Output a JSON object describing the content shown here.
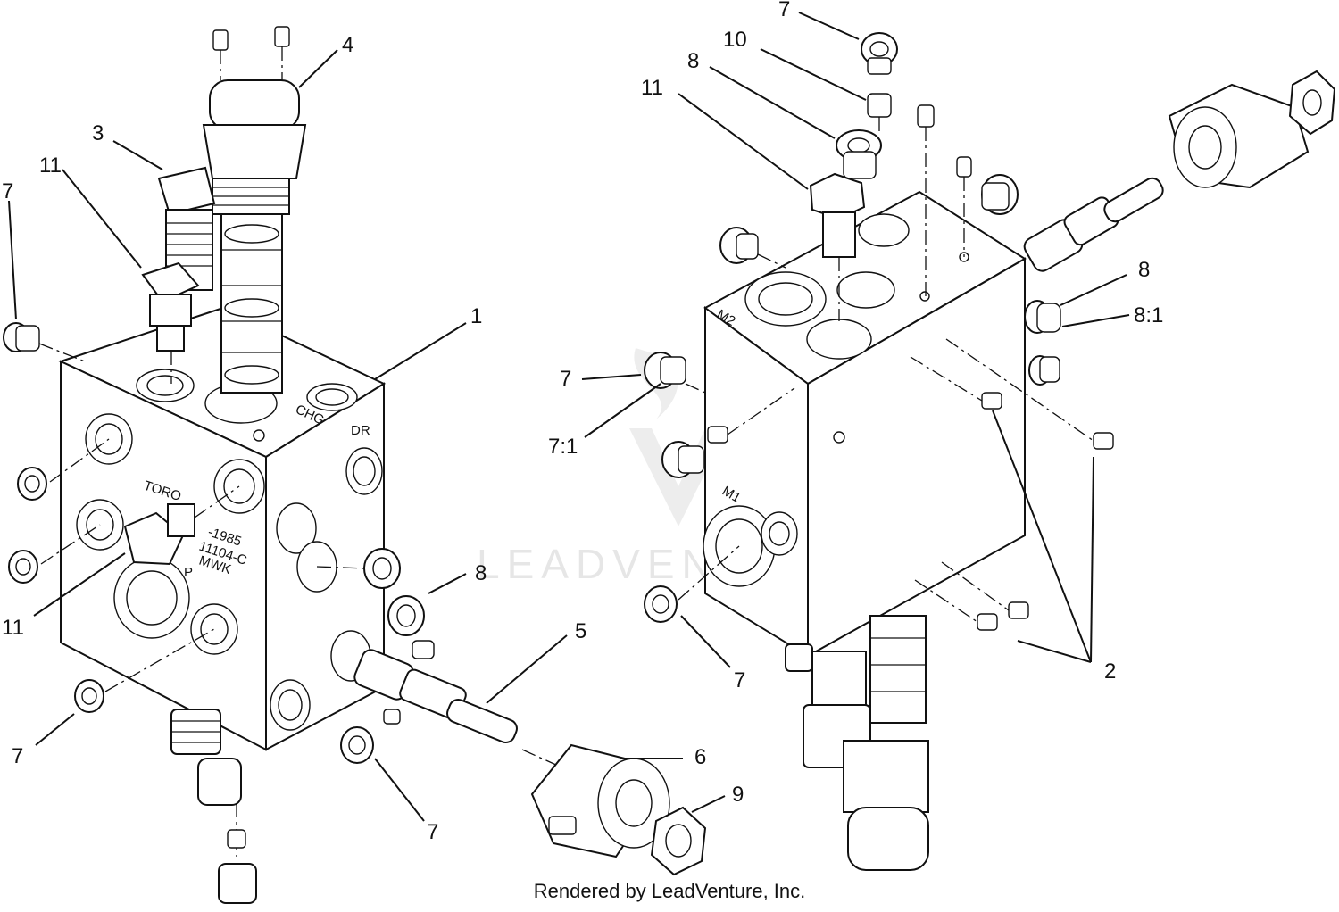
{
  "diagram": {
    "footer": "Rendered by LeadVenture, Inc.",
    "watermark": "LEADVENTURE",
    "block_markings": {
      "left": {
        "chg": "CHG",
        "dr": "DR",
        "p": "P",
        "toro": "TORO",
        "number_1": "-1985",
        "number_2": "11104-C",
        "number_3": "MWK"
      },
      "right": {
        "m2": "M2",
        "m1": "M1"
      }
    },
    "callouts": {
      "left": [
        {
          "id": "L4",
          "label": "4"
        },
        {
          "id": "L3",
          "label": "3"
        },
        {
          "id": "L11a",
          "label": "11"
        },
        {
          "id": "L7a",
          "label": "7"
        },
        {
          "id": "L1",
          "label": "1"
        },
        {
          "id": "L8",
          "label": "8"
        },
        {
          "id": "L11b",
          "label": "11"
        },
        {
          "id": "L5",
          "label": "5"
        },
        {
          "id": "L7b",
          "label": "7"
        },
        {
          "id": "L7c",
          "label": "7"
        },
        {
          "id": "L6",
          "label": "6"
        },
        {
          "id": "L9",
          "label": "9"
        }
      ],
      "right": [
        {
          "id": "R7a",
          "label": "7"
        },
        {
          "id": "R10",
          "label": "10"
        },
        {
          "id": "R8a",
          "label": "8"
        },
        {
          "id": "R11",
          "label": "11"
        },
        {
          "id": "R8b",
          "label": "8"
        },
        {
          "id": "R81",
          "label": "8:1"
        },
        {
          "id": "R7b",
          "label": "7"
        },
        {
          "id": "R71",
          "label": "7:1"
        },
        {
          "id": "R7c",
          "label": "7"
        },
        {
          "id": "R2",
          "label": "2"
        }
      ]
    }
  }
}
